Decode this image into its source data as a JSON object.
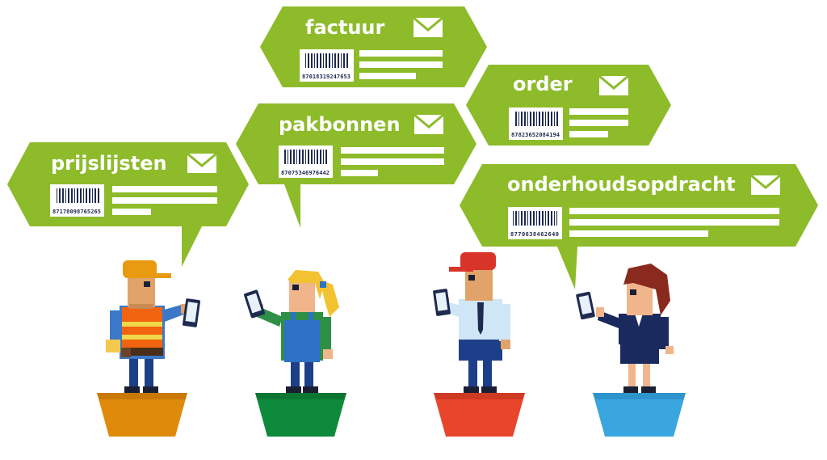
{
  "colors": {
    "bubble": "#8dbb2a",
    "white": "#ffffff",
    "barcode": "#1e2a4f",
    "pedestal_orange": "#e08a0c",
    "pedestal_green": "#0e8a3c",
    "pedestal_red": "#e8452c",
    "pedestal_blue": "#3aa6e0"
  },
  "bubbles": [
    {
      "title": "factuur",
      "barcode": "87018319247653",
      "icon": "envelope-icon"
    },
    {
      "title": "order",
      "barcode": "87823652084194",
      "icon": "envelope-icon"
    },
    {
      "title": "pakbonnen",
      "barcode": "87075346976442",
      "icon": "envelope-icon"
    },
    {
      "title": "prijslijsten",
      "barcode": "87178098765265",
      "icon": "envelope-icon"
    },
    {
      "title": "onderhoudsopdracht",
      "barcode": "8770638462640",
      "icon": "envelope-icon"
    }
  ],
  "figures": [
    {
      "role": "construction-worker",
      "pedestal": "orange",
      "device": "smartphone"
    },
    {
      "role": "blonde-worker",
      "pedestal": "green",
      "device": "smartphone"
    },
    {
      "role": "office-man",
      "pedestal": "red",
      "device": "smartphone"
    },
    {
      "role": "business-woman",
      "pedestal": "blue",
      "device": "smartphone"
    }
  ]
}
